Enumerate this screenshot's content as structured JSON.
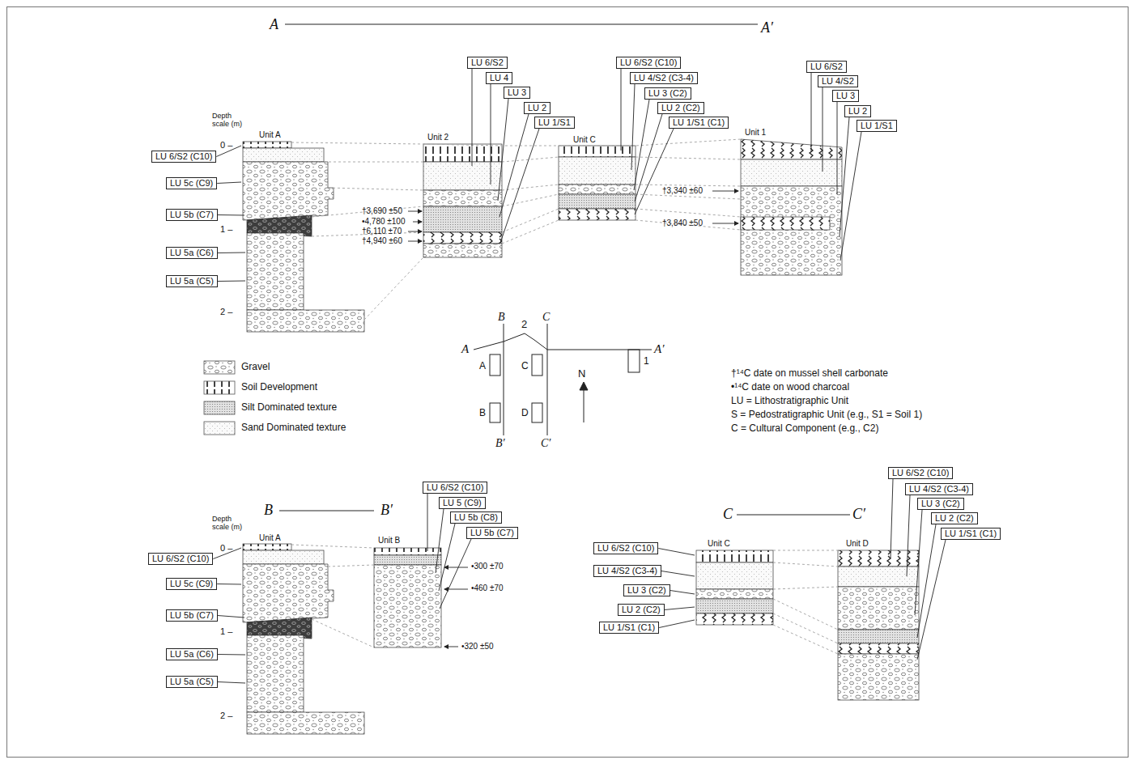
{
  "diagram": {
    "nodes": [
      {
        "text": [
          "LU 6/S2 (C10)"
        ]
      },
      {
        "text": [
          "LU 5c (C9)"
        ]
      },
      {
        "text": [
          "LU 5b (C7)"
        ]
      },
      {
        "text": [
          "LU 5a (C6)"
        ]
      },
      {
        "text": [
          "LU 5a (C5)"
        ]
      },
      {
        "text": [
          "LU 6/S2"
        ]
      },
      {
        "text": [
          "LU 4"
        ]
      },
      {
        "text": [
          "LU 3"
        ]
      },
      {
        "text": [
          "LU 2"
        ]
      },
      {
        "text": [
          "LU 1/S1"
        ]
      },
      {
        "text": [
          "LU 6/S2 (C10)"
        ]
      },
      {
        "text": [
          "LU 4/S2 (C3-4)"
        ]
      },
      {
        "text": [
          "LU 3 (C2)"
        ]
      },
      {
        "text": [
          "LU 2 (C2)"
        ]
      },
      {
        "text": [
          "LU 1/S1 (C1)"
        ]
      },
      {
        "text": [
          "LU 6/S2"
        ]
      },
      {
        "text": [
          "LU 4/S2"
        ]
      },
      {
        "text": [
          "LU 3"
        ]
      },
      {
        "text": [
          "LU 2"
        ]
      },
      {
        "text": [
          "LU 1/S1"
        ]
      },
      {
        "text": [
          "LU 6/S2 (C10)"
        ]
      },
      {
        "text": [
          "LU 5c (C9)"
        ]
      },
      {
        "text": [
          "LU 5b (C7)"
        ]
      },
      {
        "text": [
          "LU 5a (C6)"
        ]
      },
      {
        "text": [
          "LU 5a (C5)"
        ]
      },
      {
        "text": [
          "LU 6/S2 (C10)"
        ]
      },
      {
        "text": [
          "LU 5 (C9)"
        ]
      },
      {
        "text": [
          "LU 5b (C8)"
        ]
      },
      {
        "text": [
          "LU 5b (C7)"
        ]
      },
      {
        "text": [
          "LU 6/S2 (C10)"
        ]
      },
      {
        "text": [
          "LU 4/S2 (C3-4)"
        ]
      },
      {
        "text": [
          "LU 3 (C2)"
        ]
      },
      {
        "text": [
          "LU 2 (C2)"
        ]
      },
      {
        "text": [
          "LU 1/S1 (C1)"
        ]
      },
      {
        "text": [
          "LU 6/S2 (C10)"
        ]
      },
      {
        "text": [
          "LU 4/S2 (C3-4)"
        ]
      },
      {
        "text": [
          "LU 3 (C2)"
        ]
      },
      {
        "text": [
          "LU 2 (C2)"
        ]
      },
      {
        "text": [
          "LU 1/S1 (C1)"
        ]
      }
    ],
    "labels": [
      "A",
      "A′",
      "Depth scale (m)",
      "Unit A",
      "0 –",
      "1 –",
      "2 –",
      "Unit 2",
      "†3,690 ±50",
      "•4,780 ±100",
      "†6,110 ±70",
      "†4,940 ±60",
      "Unit C",
      "†3,340 ±60",
      "†3,840 ±50",
      "Unit 1",
      "B",
      "2",
      "C",
      "A",
      "A′",
      "A",
      "C",
      "N",
      "1",
      "B",
      "D",
      "B′",
      "C′",
      "†¹⁴C date on mussel shell carbonate",
      "•¹⁴C date on wood charcoal",
      "LU = Lithostratigraphic Unit",
      "S = Pedostratigraphic Unit (e.g., S1 = Soil 1)",
      "C = Cultural Component (e.g., C2)",
      "B",
      "B′",
      "Depth scale (m)",
      "Unit A",
      "0 –",
      "1 –",
      "2 –",
      "Unit B",
      "•300 ±70",
      "•460 ±70",
      "•320 ±50",
      "C",
      "C′",
      "Unit C",
      "Unit D"
    ],
    "legend": [
      {
        "text": "Gravel"
      },
      {
        "text": "Soil Development"
      },
      {
        "text": "Silt Dominated texture"
      },
      {
        "text": "Sand Dominated texture"
      }
    ]
  }
}
